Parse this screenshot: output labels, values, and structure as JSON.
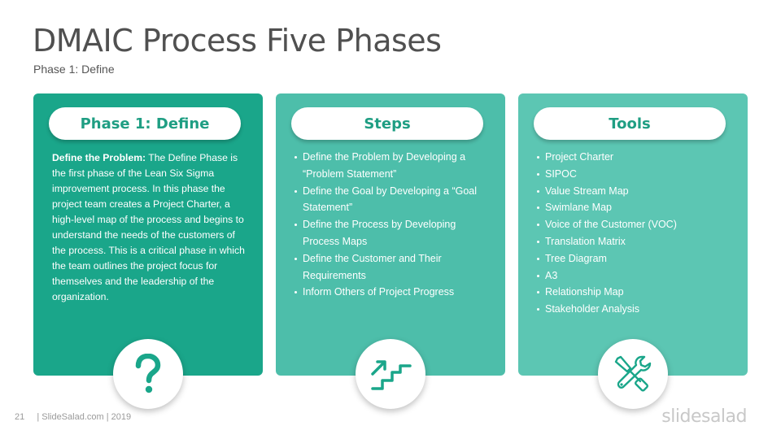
{
  "header": {
    "title": "DMAIC Process Five Phases",
    "subtitle": "Phase 1: Define"
  },
  "cards": [
    {
      "heading": "Phase 1: Define",
      "lead": "Define the Problem:",
      "text": " The Define Phase is the first phase of the Lean Six Sigma improvement process. In this phase the project team creates a Project Charter, a high-level map of the process and begins to understand the needs of the customers of the process. This is a critical phase in which the team outlines the project focus for themselves and the leadership of the organization.",
      "icon": "question-mark-icon",
      "color": "#1aa68a"
    },
    {
      "heading": "Steps",
      "items": [
        "Define the Problem by Developing a “Problem Statement”",
        "Define the Goal by Developing a “Goal Statement”",
        "Define the Process by Developing Process Maps",
        "Define the Customer and Their Requirements",
        "Inform Others of Project Progress"
      ],
      "icon": "stairs-up-icon",
      "color": "#4dbeaa"
    },
    {
      "heading": "Tools",
      "items": [
        "Project Charter",
        "SIPOC",
        "Value Stream Map",
        "Swimlane Map",
        "Voice of the Customer (VOC)",
        "Translation Matrix",
        "Tree Diagram",
        "A3",
        "Relationship Map",
        "Stakeholder Analysis"
      ],
      "icon": "wrench-screwdriver-icon",
      "color": "#5cc6b3"
    }
  ],
  "footer": {
    "page_number": "21",
    "credit": "| SlideSalad.com | 2019",
    "brand": "slidesalad"
  }
}
